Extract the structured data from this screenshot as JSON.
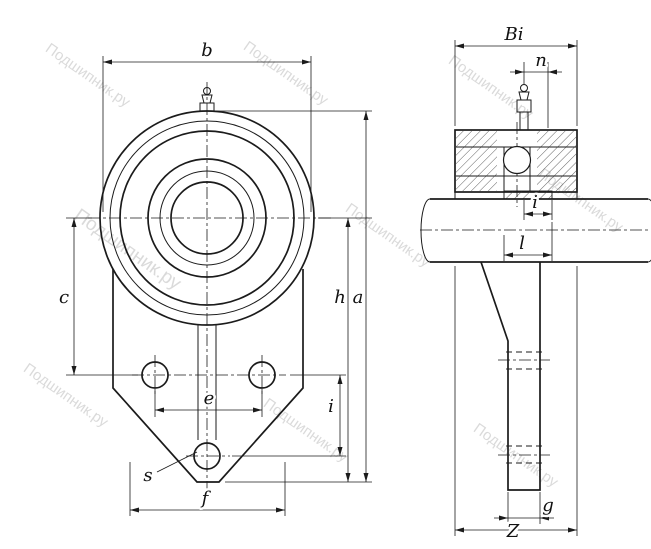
{
  "watermark": {
    "text": "Подшипник.ру"
  },
  "drawing": {
    "front": {
      "b": "b",
      "c": "c",
      "h": "h",
      "a": "a",
      "e": "e",
      "i": "i",
      "s": "s",
      "f": "f"
    },
    "side": {
      "Bi": "Bi",
      "n": "n",
      "i": "i",
      "l": "l",
      "g": "g",
      "Z": "Z"
    }
  }
}
